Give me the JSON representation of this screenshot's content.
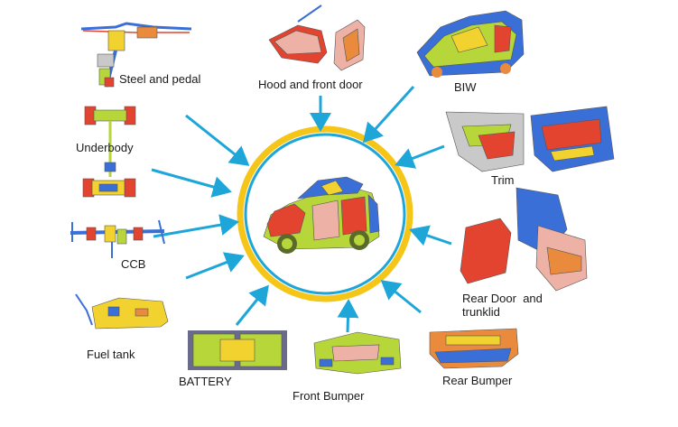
{
  "diagram": {
    "colors": {
      "arrow": "#1ea6d9",
      "ring_inner": "#1ea6d9",
      "ring_outer": "#f5c518",
      "part_red": "#e2442f",
      "part_blue": "#3b6fd8",
      "part_green": "#b6d63a",
      "part_yellow": "#f2d22e",
      "part_pink": "#eeb1a6",
      "part_orange": "#e98a3c",
      "part_gray": "#c9c9c9"
    },
    "center": {
      "name": "full-vehicle",
      "icon": "car-assembly-icon"
    },
    "components": [
      {
        "id": "steel-and-pedal",
        "label": "Steel and pedal",
        "icon": "steering-pedal-icon"
      },
      {
        "id": "hood-front-door",
        "label": "Hood and front door",
        "icon": "hood-door-icon"
      },
      {
        "id": "biw",
        "label": "BIW",
        "icon": "body-in-white-icon"
      },
      {
        "id": "underbody",
        "label": "Underbody",
        "icon": "underbody-icon"
      },
      {
        "id": "trim",
        "label": "Trim",
        "icon": "door-trim-icon"
      },
      {
        "id": "ccb",
        "label": "CCB",
        "icon": "cross-car-beam-icon"
      },
      {
        "id": "rear-door-trunklid",
        "label": "Rear Door  and\ntrunklid",
        "icon": "rear-door-trunklid-icon"
      },
      {
        "id": "fuel-tank",
        "label": "Fuel tank",
        "icon": "fuel-tank-icon"
      },
      {
        "id": "battery",
        "label": "BATTERY",
        "icon": "battery-icon"
      },
      {
        "id": "front-bumper",
        "label": "Front Bumper",
        "icon": "front-bumper-icon"
      },
      {
        "id": "rear-bumper",
        "label": "Rear Bumper",
        "icon": "rear-bumper-icon"
      }
    ]
  }
}
